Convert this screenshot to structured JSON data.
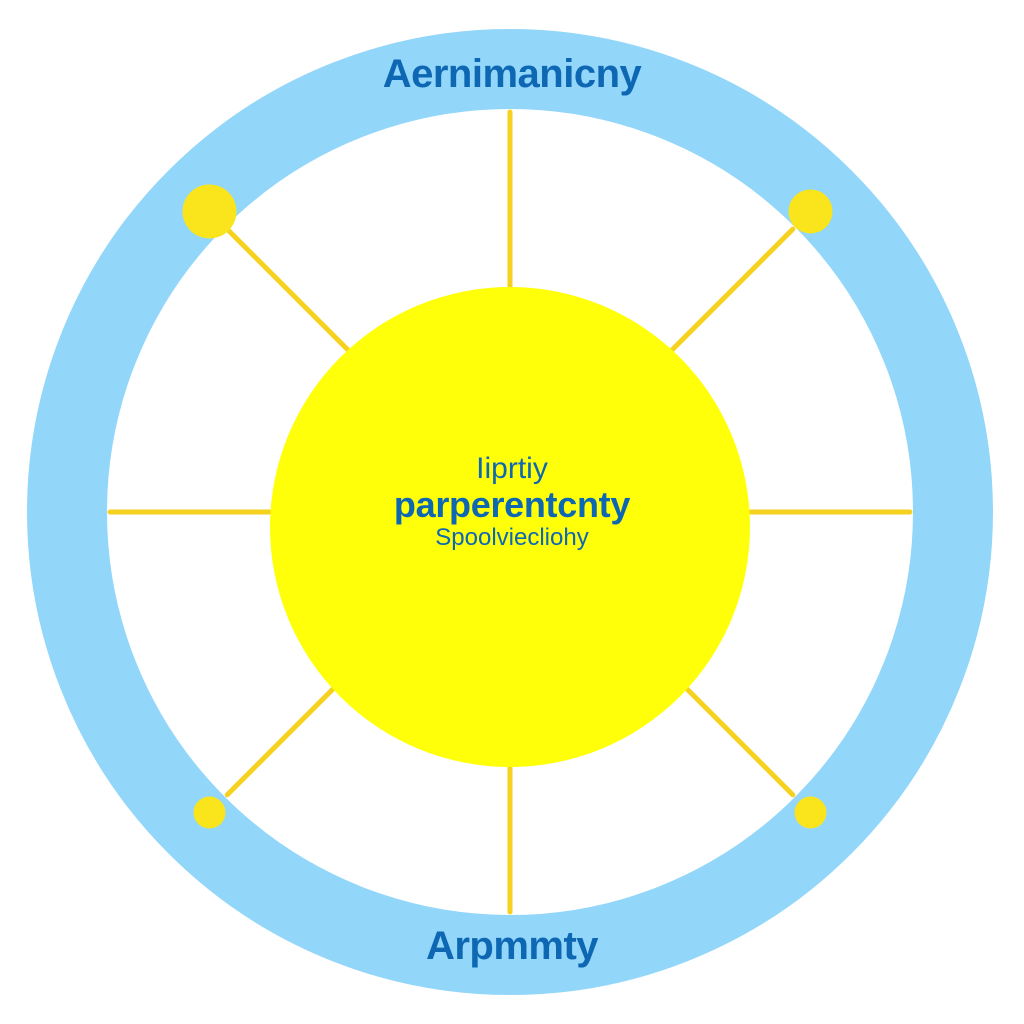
{
  "diagram": {
    "outer_label_top": "Aernimanicny",
    "outer_label_bottom": "Arpmmty",
    "center_lines": [
      "Iiprtiy",
      "parperentcnty",
      "Spoolviecliohy"
    ]
  },
  "colors": {
    "ring": "#92d6fa",
    "ring_inner_edge": "#a8def9",
    "center_fill": "#ffff0a",
    "spokes": "#f6d21e",
    "nodes": "#fae41c",
    "text": "#0d67b3",
    "background": "#ffffff"
  },
  "spokes": {
    "count": 8,
    "node_angles_deg": [
      -45,
      45,
      135,
      225
    ]
  }
}
